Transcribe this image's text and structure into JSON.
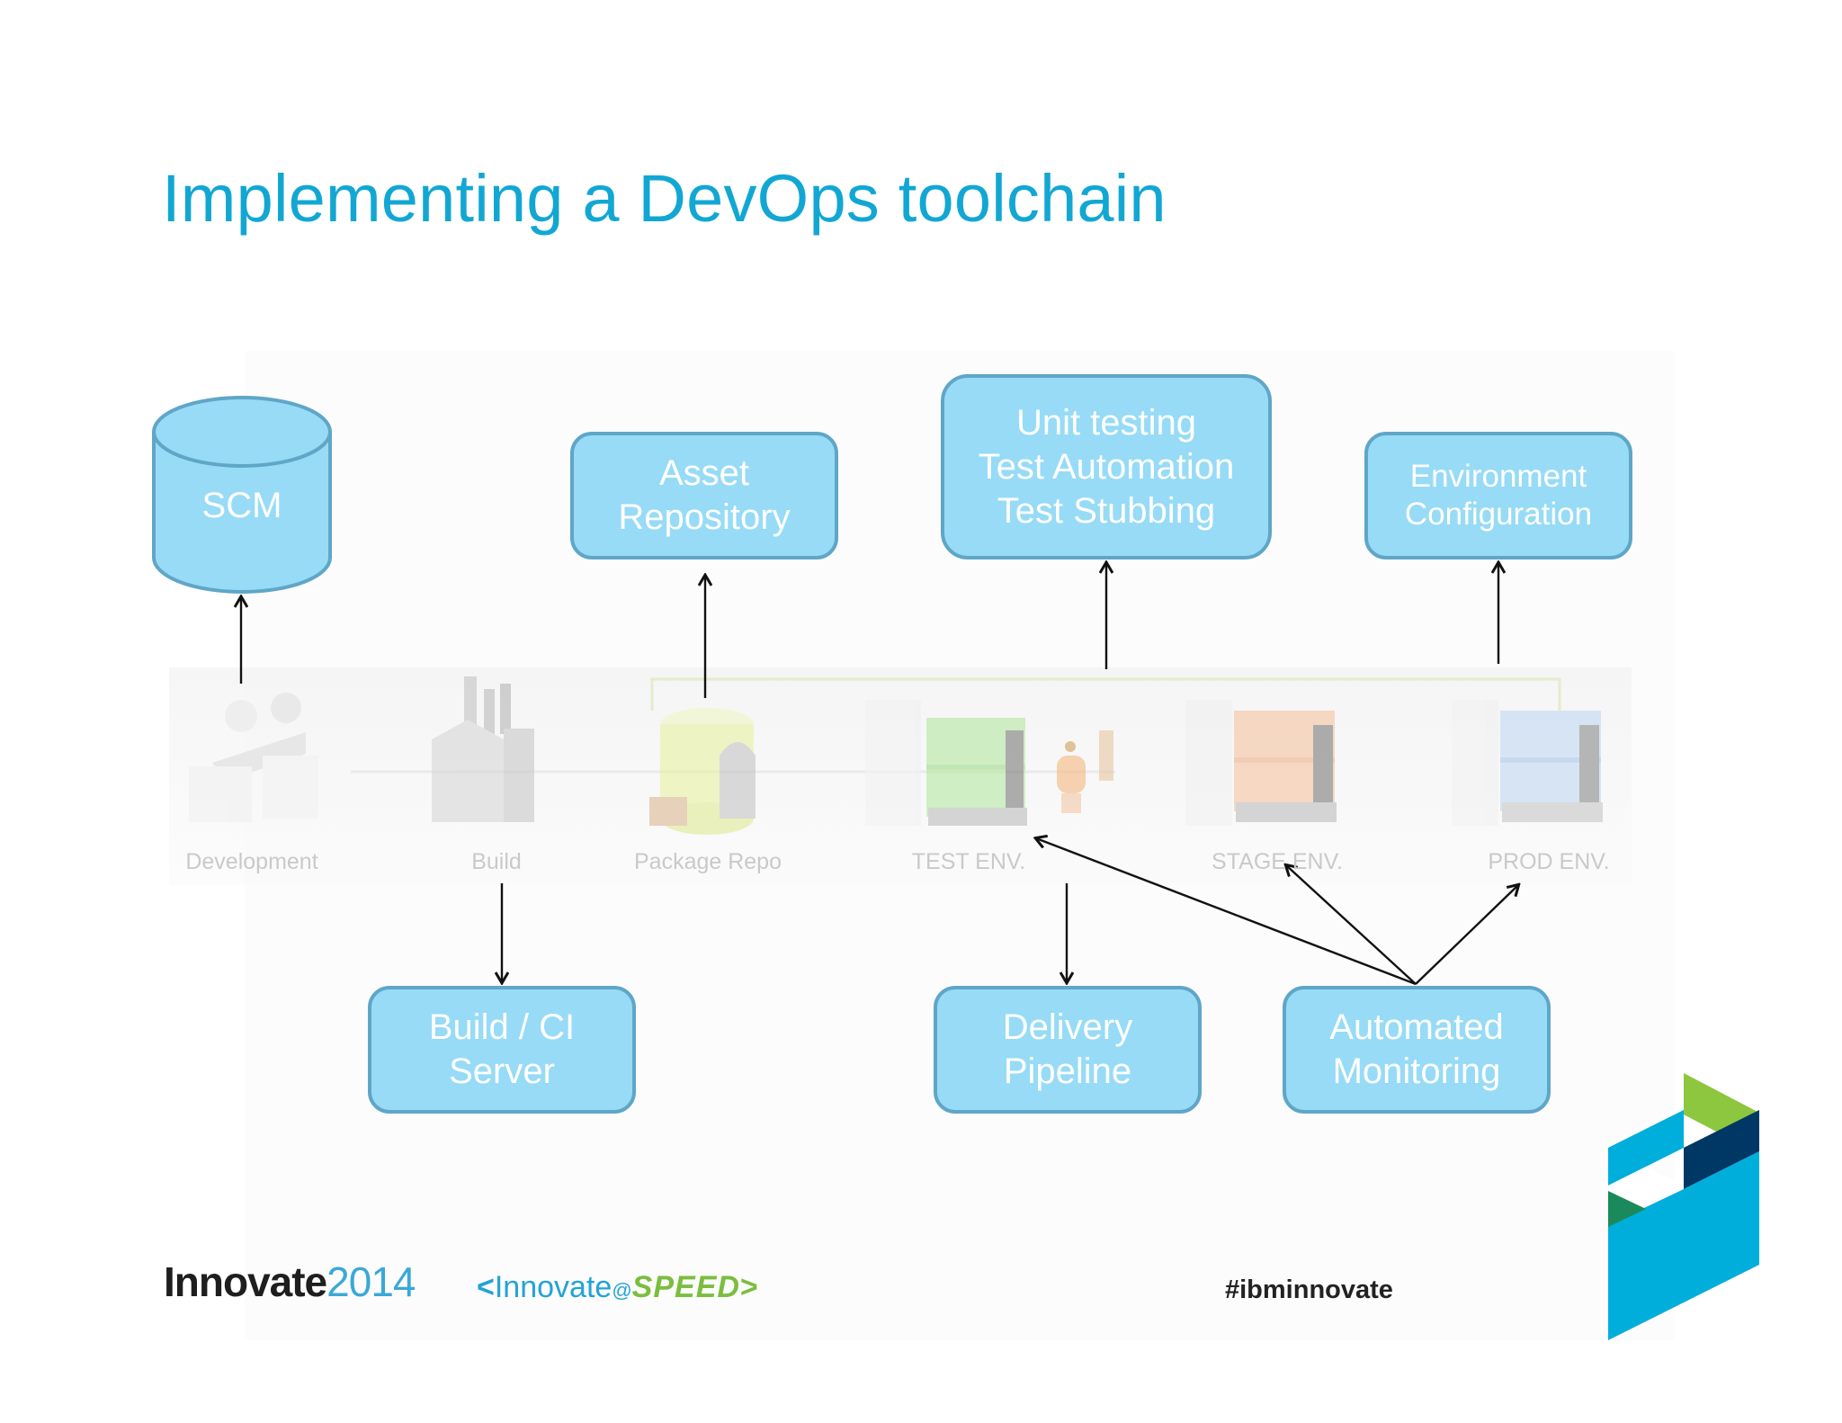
{
  "title": "Implementing a DevOps toolchain",
  "boxes": {
    "scm": "SCM",
    "asset_repository": [
      "Asset",
      "Repository"
    ],
    "testing": [
      "Unit testing",
      "Test Automation",
      "Test Stubbing"
    ],
    "environment_config": [
      "Environment",
      "Configuration"
    ],
    "build_ci": [
      "Build / CI",
      "Server"
    ],
    "delivery_pipeline": [
      "Delivery",
      "Pipeline"
    ],
    "automated_monitoring": [
      "Automated",
      "Monitoring"
    ]
  },
  "stages": {
    "development": "Development",
    "build": "Build",
    "package_repo": "Package Repo",
    "test_env": "TEST ENV.",
    "stage_env": "STAGE ENV.",
    "prod_env": "PROD ENV."
  },
  "footer": {
    "brand": "Innovate",
    "year": "2014",
    "speed_left": "Innovate",
    "speed_at": "@",
    "speed_word": "SPEED",
    "hashtag": "#ibminnovate"
  },
  "colors": {
    "title": "#12a7d3",
    "box_fill": "#97dbf6",
    "box_border": "#5fa6c7",
    "logo_green": "#8dc63f",
    "logo_navy": "#003865",
    "logo_cyan": "#00aedb",
    "logo_teal": "#1b8a5a"
  }
}
